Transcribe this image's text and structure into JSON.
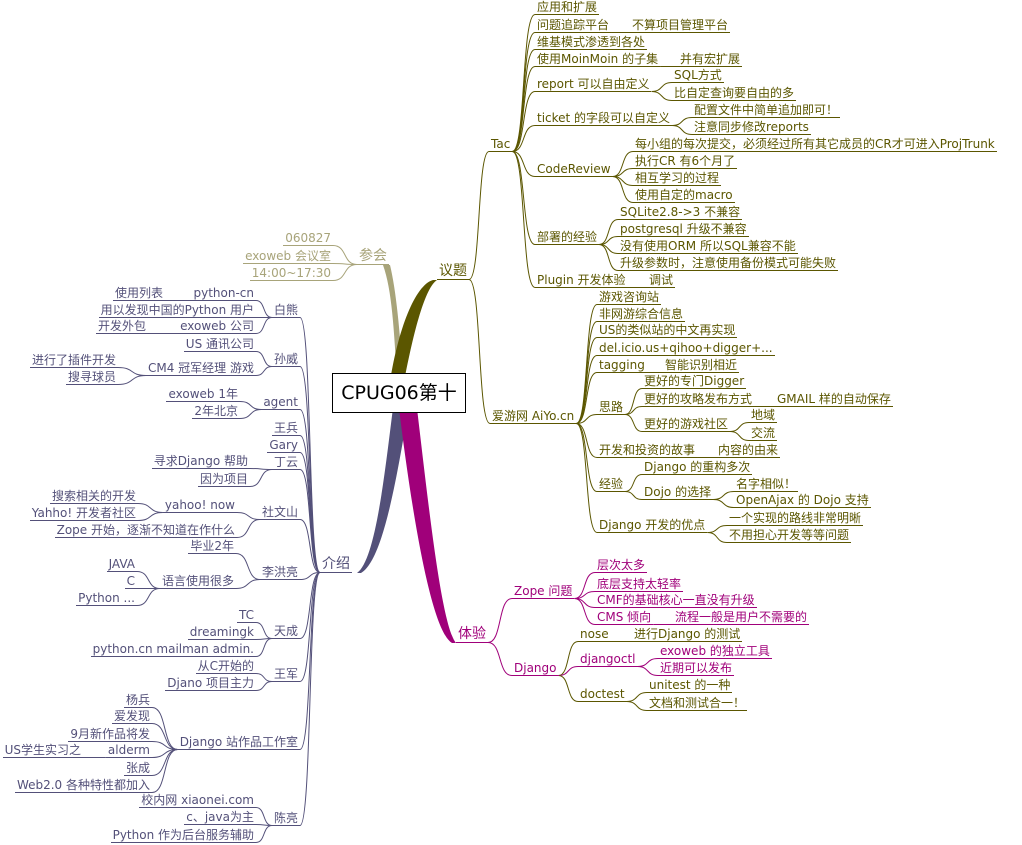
{
  "colors": {
    "agenda": "#5b5600",
    "intro": "#535079",
    "experience": "#a0007a",
    "attend": "#a8a47a"
  },
  "central": "CPUG06第十",
  "attend": {
    "label": "参会",
    "c": [
      "060827",
      "exoweb 会议室",
      "14:00~17:30"
    ]
  },
  "agenda": {
    "label": "议题",
    "tac": {
      "label": "Tac",
      "c": [
        "应用和扩展",
        "问题追踪平台",
        "不算项目管理平台",
        "维基模式渗透到各处",
        "使用MoinMoin 的子集",
        "并有宏扩展",
        "report 可以自由定义",
        "SQL方式",
        "比自定查询要自由的多",
        "ticket 的字段可以自定义",
        "配置文件中简单追加即可！",
        "注意同步修改reports",
        "CodeReview",
        "每小组的每次提交，必须经过所有其它成员的CR才可进入ProjTrunk",
        "执行CR 有6个月了",
        "相互学习的过程",
        "使用自定的macro",
        "部署的经验",
        "SQLite2.8->3 不兼容",
        "postgresql 升级不兼容",
        "没有使用ORM 所以SQL兼容不能",
        "升级参数时，注意使用备份模式可能失败",
        "Plugin 开发体验",
        "调试"
      ]
    },
    "aiyo": {
      "label": "爱游网 AiYo.cn",
      "c": [
        "游戏咨询站",
        "非网游综合信息",
        "US的类似站的中文再实现",
        "del.icio.us+qihoo+digger+...",
        "tagging",
        "智能识别相近",
        "思路",
        "更好的专门Digger",
        "更好的攻略发布方式",
        "GMAIL 样的自动保存",
        "更好的游戏社区",
        "地域",
        "交流",
        "开发和投资的故事",
        "内容的由来",
        "经验",
        "Django 的重构多次",
        "Dojo 的选择",
        "名字相似！",
        "OpenAjax 的 Dojo 支持",
        "Django 开发的优点",
        "一个实现的路线非常明晰",
        "不用担心开发等等问题"
      ]
    }
  },
  "experience": {
    "label": "体验",
    "c": [
      "Zope 问题",
      "层次太多",
      "底层支持太轻率",
      "CMF的基础核心一直没有升级",
      "CMS 倾向",
      "流程一般是用户不需要的",
      "Django",
      "nose",
      "进行Django 的测试",
      "djangoctl",
      "exoweb 的独立工具",
      "近期可以发布",
      "doctest",
      "unitest 的一种",
      "文档和测试合一！"
    ]
  },
  "intro": {
    "label": "介绍",
    "c": [
      "白熊",
      "python-cn",
      "使用列表",
      "用以发现中国的Python 用户",
      "exoweb 公司",
      "开发外包",
      "孙威",
      "US 通讯公司",
      "CM4 冠军经理 游戏",
      "进行了插件开发",
      "搜寻球员",
      "agent",
      "exoweb 1年",
      "2年北京",
      "王兵",
      "Gary",
      "丁云",
      "寻求Django 帮助",
      "因为项目",
      "社文山",
      "yahoo! now",
      "搜索相关的开发",
      "Yahho! 开发者社区",
      "Zope 开始，逐渐不知道在作什么",
      "李洪亮",
      "毕业2年",
      "语言使用很多",
      "JAVA",
      "C",
      "Python ...",
      "天成",
      "TC",
      "dreamingk",
      "python.cn mailman admin.",
      "王军",
      "从C开始的",
      "Djano 项目主力",
      "Django 站作品工作室",
      "杨兵",
      "爱发现",
      "9月新作品将发",
      "alderm",
      "US学生实习之",
      "张成",
      "Web2.0 各种特性都加入",
      "陈亮",
      "校内网 xiaonei.com",
      "c、java为主",
      "Python 作为后台服务辅助"
    ]
  }
}
